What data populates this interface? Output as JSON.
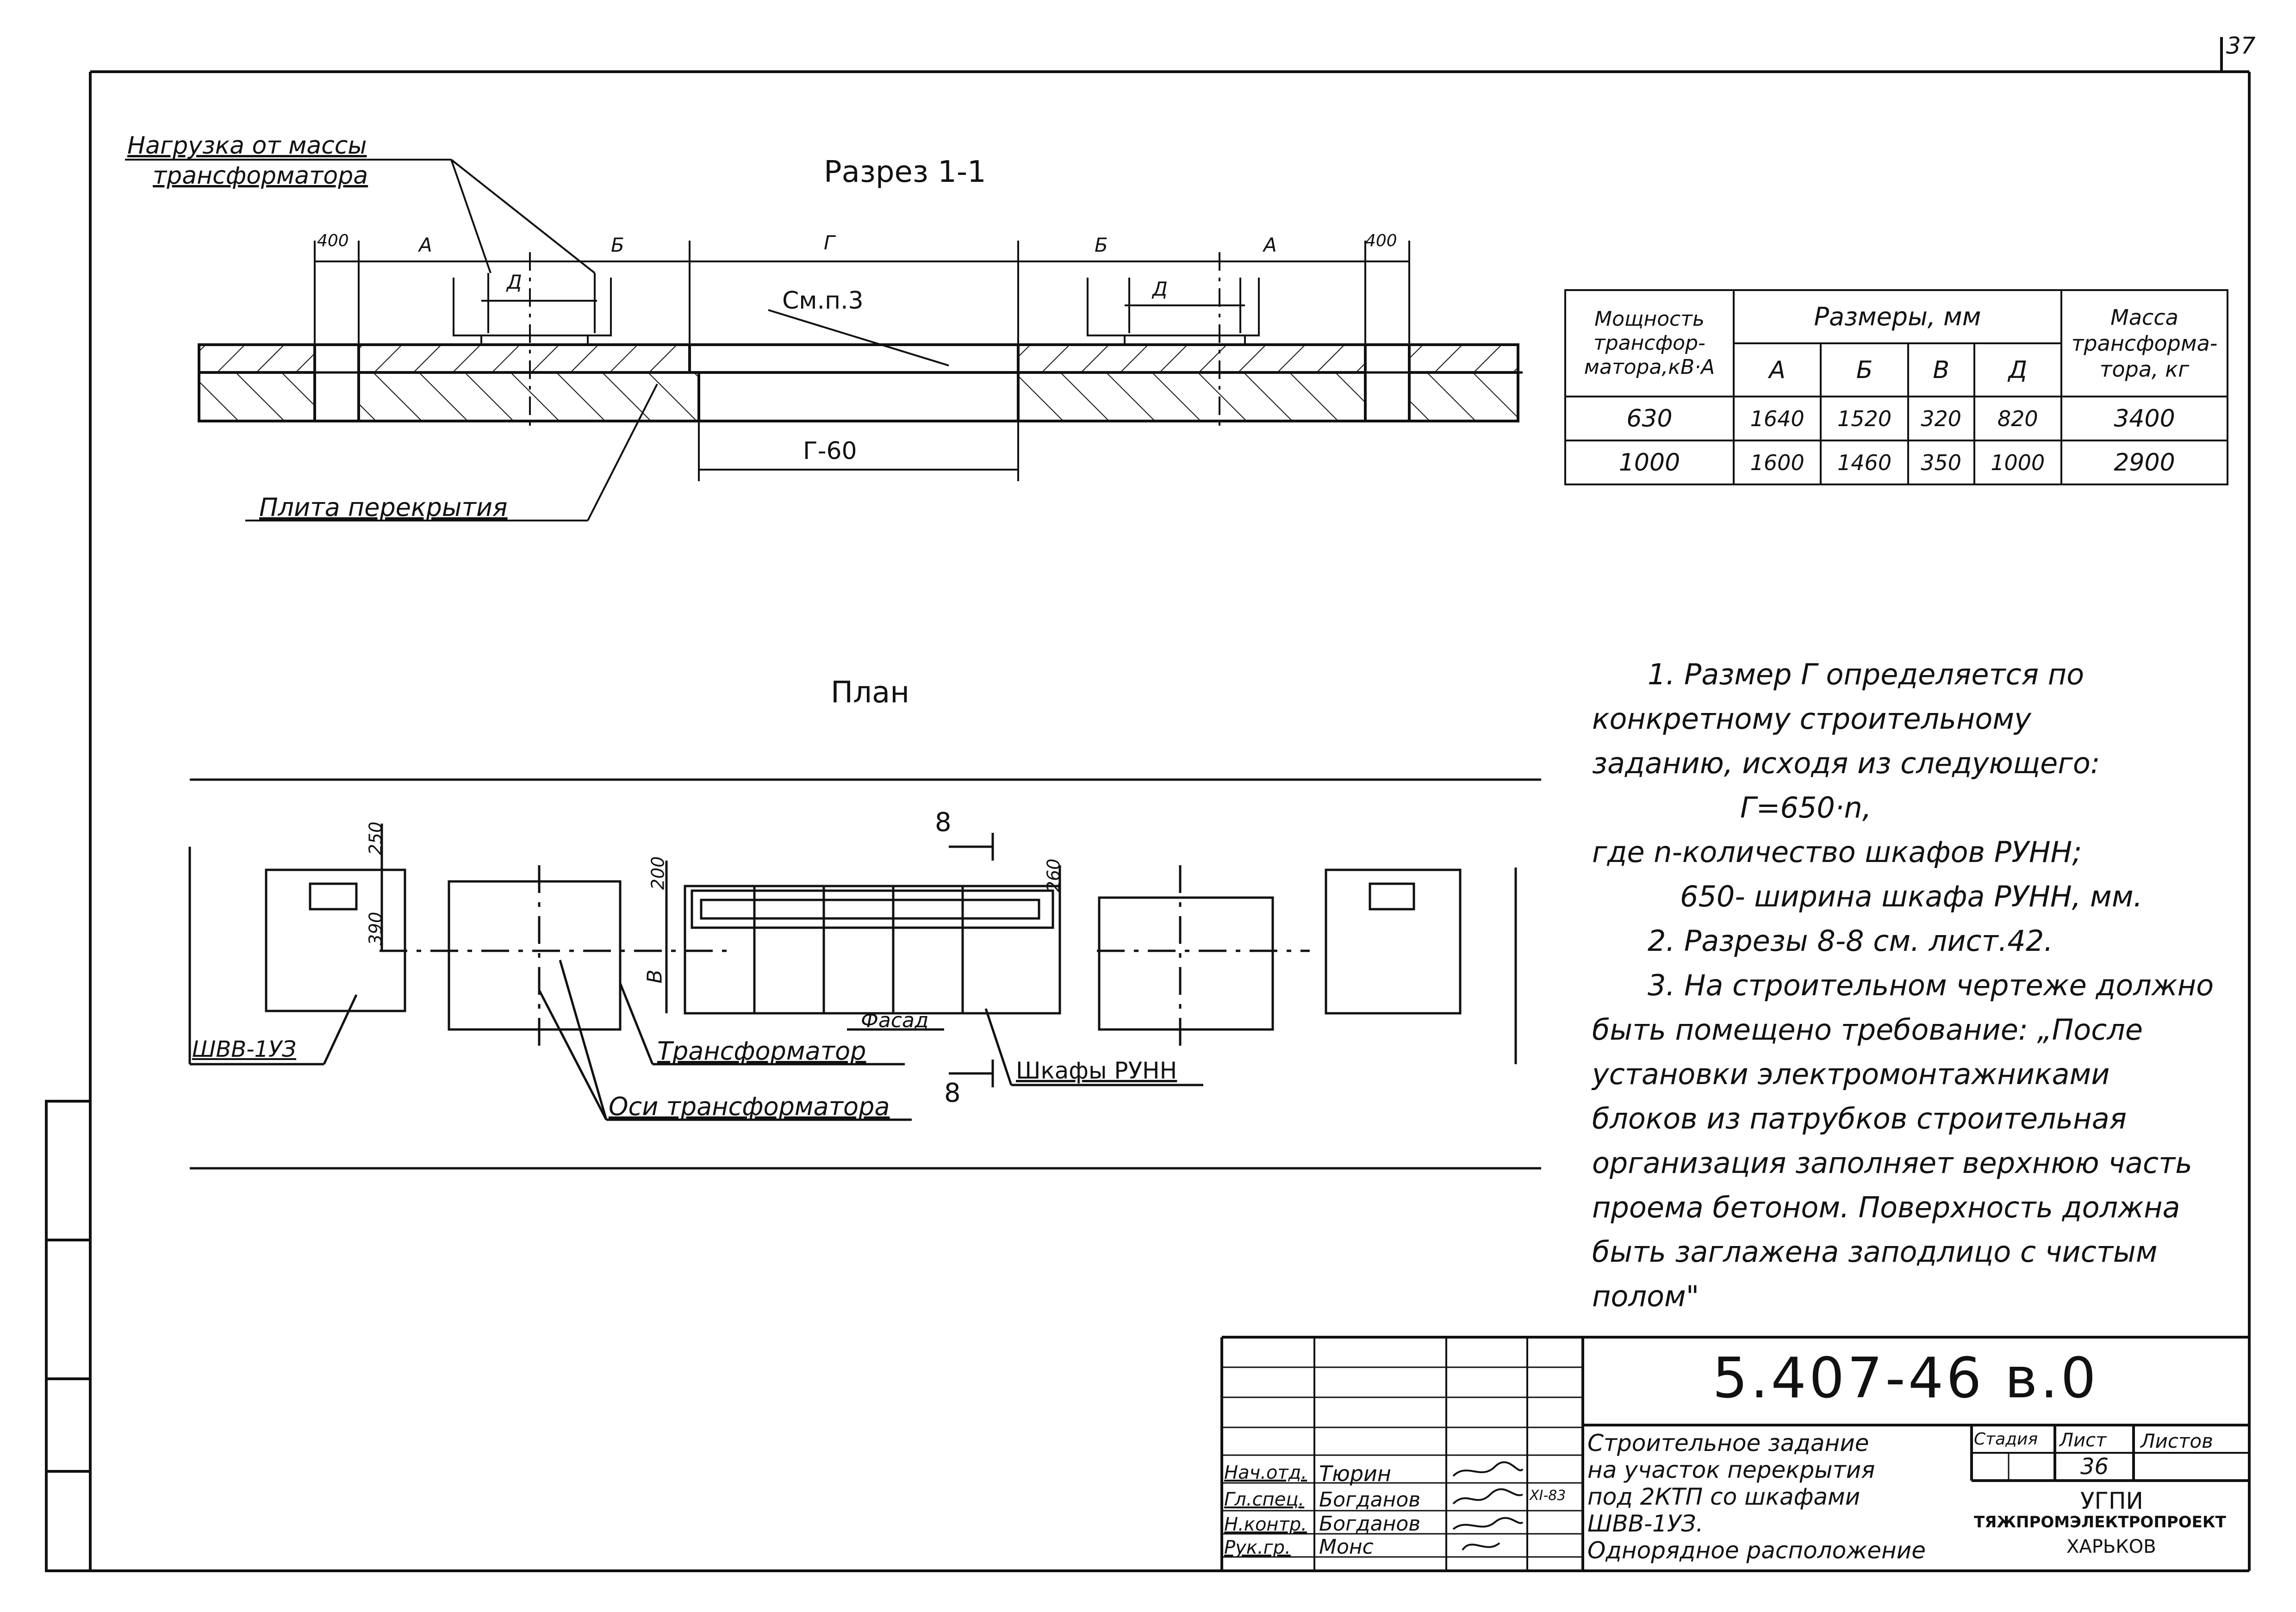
{
  "page_number": "37",
  "section": {
    "title": "Разрез 1-1",
    "load_label_line1": "Нагрузка от массы",
    "load_label_line2": "трансформатора",
    "slab_label": "Плита перекрытия",
    "see_note": "См.п.3",
    "dims": {
      "d400": "400",
      "a": "А",
      "b": "Б",
      "g": "Г",
      "d": "Д",
      "g60": "Г-60"
    }
  },
  "plan": {
    "title": "План",
    "section_mark": "8",
    "dims": {
      "d250": "250",
      "d390": "390",
      "d200": "200",
      "d260": "260",
      "v": "В"
    },
    "labels": {
      "shvv": "ШВВ-1УЗ",
      "transformer": "Трансформатор",
      "axes": "Оси трансформатора",
      "facade": "Фасад",
      "cabinets": "Шкафы РУНН"
    }
  },
  "table": {
    "h_power": "Мощность трансфор-матора,кВ·А",
    "h_sizes": "Размеры, мм",
    "h_mass": "Масса трансформа-тора, кг",
    "cols": [
      "А",
      "Б",
      "В",
      "Д"
    ],
    "rows": [
      {
        "power": "630",
        "a": "1640",
        "b": "1520",
        "v": "320",
        "d": "820",
        "mass": "3400"
      },
      {
        "power": "1000",
        "a": "1600",
        "b": "1460",
        "v": "350",
        "d": "1000",
        "mass": "2900"
      }
    ]
  },
  "notes": [
    "1. Размер Г определяется по",
    "конкретному строительному",
    "заданию, исходя из следующего:",
    "Г=650·n,",
    "где n-количество шкафов РУНН;",
    "650- ширина шкафа РУНН, мм.",
    "2. Разрезы 8-8 см. лист.42.",
    "3. На строительном чертеже должно",
    "быть помещено требование: „После",
    "установки электромонтажниками",
    "блоков из патрубков строительная",
    "организация заполняет верхнюю часть",
    "проема бетоном. Поверхность должна",
    "быть заглажена заподлицо с чистым",
    "полом\""
  ],
  "stamp": {
    "doc_code": "5.407-46 в.0",
    "title_lines": [
      "Строительное задание",
      "на участок перекрытия",
      "под 2КТП со шкафами",
      "ШВВ-1УЗ.",
      "Однорядное расположение"
    ],
    "stage_label": "Стадия",
    "sheet_label": "Лист",
    "sheets_label": "Листов",
    "sheet_no": "36",
    "org_lines": [
      "УГПИ",
      "ТЯЖПРОМЭЛЕКТРОПРОЕКТ",
      "ХАРЬКОВ"
    ],
    "date": "XI-83",
    "people": [
      {
        "role": "Нач.отд.",
        "name": "Тюрин"
      },
      {
        "role": "Гл.спец.",
        "name": "Богданов"
      },
      {
        "role": "Н.контр.",
        "name": "Богданов"
      },
      {
        "role": "Рук.гр.",
        "name": "Монс"
      }
    ]
  }
}
